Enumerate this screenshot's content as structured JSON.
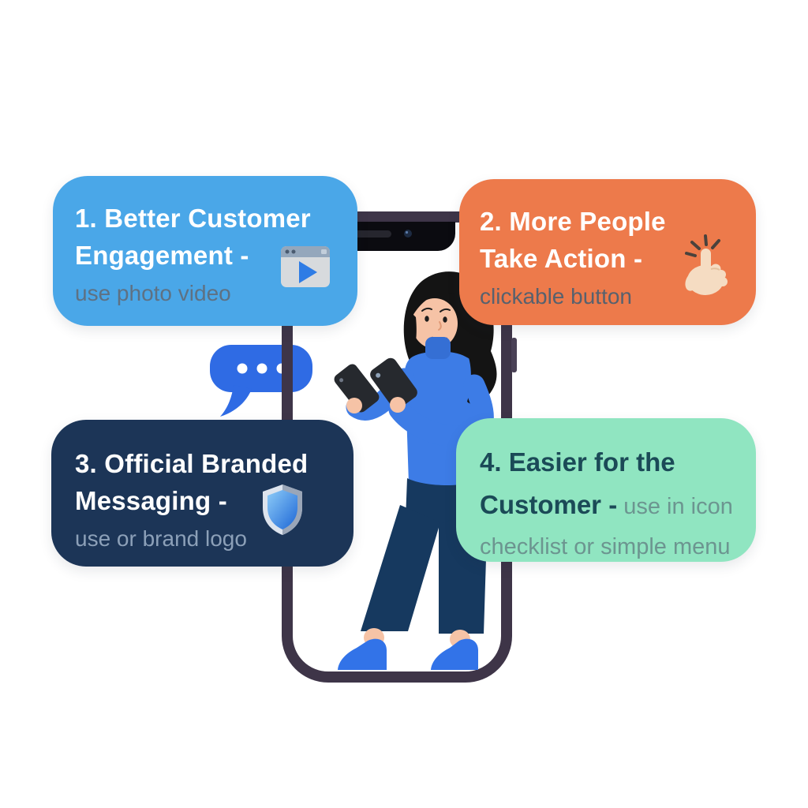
{
  "canvas": {
    "background": "#ffffff"
  },
  "cards": [
    {
      "title_line1": "1. Better Customer",
      "title_line2": "Engagement -",
      "subtitle": "use photo video",
      "icon": "video-player-icon",
      "bg_color": "#4AA7E8",
      "title_color": "#FFFFFF",
      "subtitle_color": "#5E7183"
    },
    {
      "title_line1": "2. More People",
      "title_line2": "Take Action -",
      "subtitle": "clickable button",
      "icon": "click-hand-icon",
      "bg_color": "#ED7A4B",
      "title_color": "#FFFFFF",
      "subtitle_color": "#57616E"
    },
    {
      "title_line1": "3. Official Branded",
      "title_line2": "Messaging -",
      "subtitle": "use or brand logo",
      "icon": "shield-icon",
      "bg_color": "#1C3557",
      "title_color": "#FFFFFF",
      "subtitle_color": "#8CA0B8"
    },
    {
      "title_line1": "4. Easier for the",
      "title_line2_bold": "Customer -",
      "title_line2_rest": " use in icon",
      "subtitle": "checklist or simple menu",
      "icon": "none",
      "bg_color": "#90E5C1",
      "title_color": "#1B4A57",
      "subtitle_color": "#6C9590"
    }
  ],
  "illustration": {
    "phone_frame_color": "#3E3548",
    "notch_color": "#0B0B10",
    "chat_bubble_color": "#2F6BE4",
    "chat_bubble_dots": "#FFFFFF",
    "woman": {
      "hair": "#141414",
      "skin": "#F6C3A6",
      "sweater": "#3D7CE6",
      "pants": "#16395F",
      "shoes": "#3273E8",
      "handheld_phone": "#26292E"
    }
  }
}
